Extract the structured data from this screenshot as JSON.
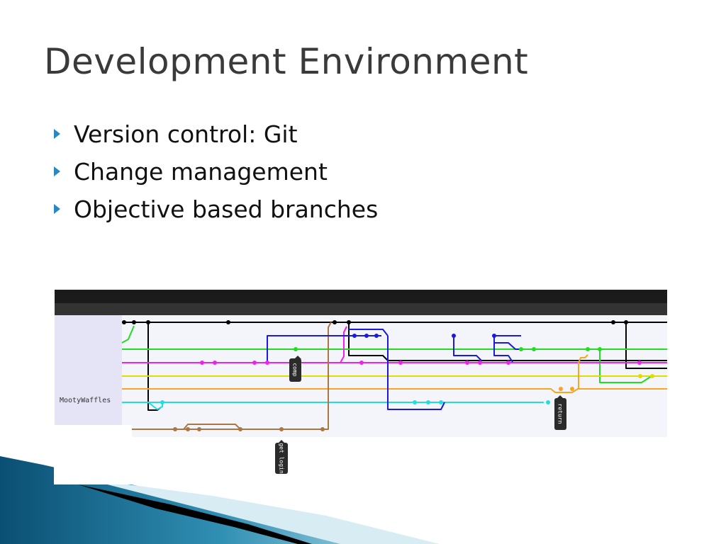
{
  "slide": {
    "title": "Development Environment",
    "bullets": [
      "Version control: Git",
      "Change management",
      "Objective based branches"
    ]
  },
  "git_graph": {
    "repo_name": "MootyWaffles",
    "tags": [
      "comp",
      "return",
      "get login"
    ]
  },
  "colors": {
    "bullet_accent": "#2a86c4",
    "branch_black": "#000000",
    "branch_green": "#22dd22",
    "branch_magenta": "#ee22ee",
    "branch_yellow": "#dddd00",
    "branch_orange": "#f5a623",
    "branch_cyan": "#22dddd",
    "branch_brown": "#aa7744",
    "branch_blue": "#1a1adb"
  }
}
